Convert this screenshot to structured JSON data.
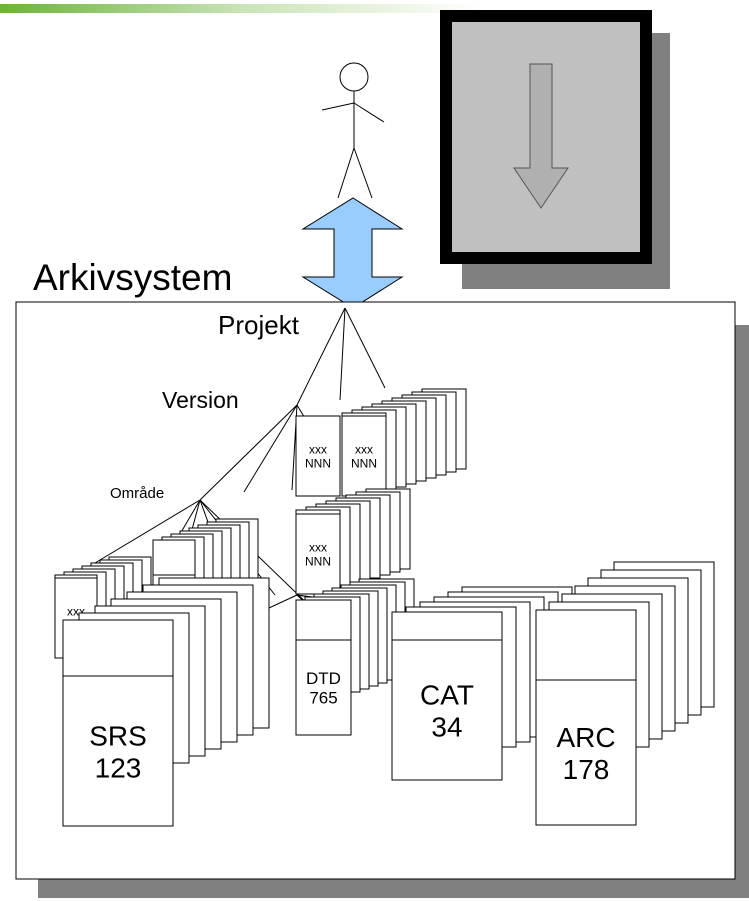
{
  "title": "Arkivsystem",
  "levels": {
    "project": "Projekt",
    "version": "Version",
    "area": "Område"
  },
  "small_card": {
    "line1": "xxx",
    "line2": "NNN"
  },
  "documents": [
    {
      "id": "srs",
      "line1": "SRS",
      "line2": "123"
    },
    {
      "id": "dtd",
      "line1": "DTD",
      "line2": "765"
    },
    {
      "id": "cat",
      "line1": "CAT",
      "line2": "34"
    },
    {
      "id": "arc",
      "line1": "ARC",
      "line2": "178"
    }
  ],
  "colors": {
    "arrow_fill": "#99ccff",
    "panel_fill": "#c0c0c0",
    "shadow": "#808080",
    "accent_bar": "#6bb33a"
  },
  "icons": [
    "stick-figure-icon",
    "double-arrow-icon",
    "down-arrow-icon"
  ]
}
